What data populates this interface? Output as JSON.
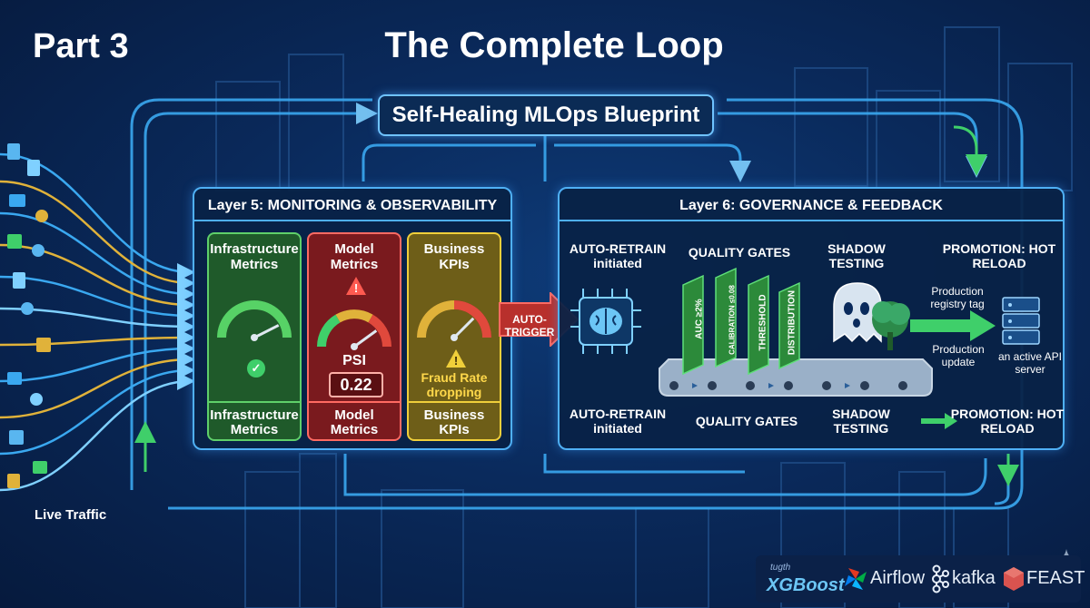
{
  "header": {
    "part_label": "Part 3",
    "title": "The Complete Loop",
    "blueprint": "Self-Healing MLOps Blueprint"
  },
  "colors": {
    "background": "#0a2a5c",
    "loop_line": "#3aa8f0",
    "flow_arrow": "#3fcf6a",
    "infra_green": "#2f8a3a",
    "model_red": "#a8262a",
    "business_yellow": "#a68c1c",
    "trigger_red": "#b8302c"
  },
  "layer5": {
    "title": "Layer 5: MONITORING & OBSERVABILITY",
    "infra": {
      "head": "Infrastructure Metrics",
      "foot": "Infrastructure Metrics",
      "gauge_level": 0.85,
      "icon": "check-icon"
    },
    "model": {
      "head": "Model Metrics",
      "foot": "Model Metrics",
      "gauge_label": "PSI",
      "value": "0.22",
      "gauge_level": 0.8,
      "icon": "warning-icon"
    },
    "business": {
      "head": "Business KPIs",
      "foot": "Business KPIs",
      "alert": "Fraud Rate dropping",
      "gauge_level": 0.75,
      "icon": "warning-icon"
    }
  },
  "auto_trigger": "AUTO-TRIGGER",
  "layer6": {
    "title": "Layer 6: GOVERNANCE & FEEDBACK",
    "top_labels": {
      "retrain": "AUTO-RETRAIN initiated",
      "gates": "QUALITY GATES",
      "shadow": "SHADOW TESTING",
      "promotion": "PROMOTION: HOT RELOAD"
    },
    "gates": [
      "AUC ≥2%",
      "CALIBRATION ≤0.08",
      "THRESHOLD",
      "DISTRIBUTION"
    ],
    "registry_tag": "Production registry tag",
    "prod_update": "Production update",
    "api_server": "an active API server",
    "bottom_labels": {
      "retrain": "AUTO-RETRAIN initiated",
      "gates": "QUALITY GATES",
      "shadow": "SHADOW TESTING",
      "promotion": "PROMOTION: HOT RELOAD"
    }
  },
  "live_traffic": "Live Traffic",
  "logos": {
    "xgboost_small": "tugth",
    "xgboost": "XGBoost",
    "airflow": "Airflow",
    "kafka": "kafka",
    "feast": "FEAST"
  }
}
